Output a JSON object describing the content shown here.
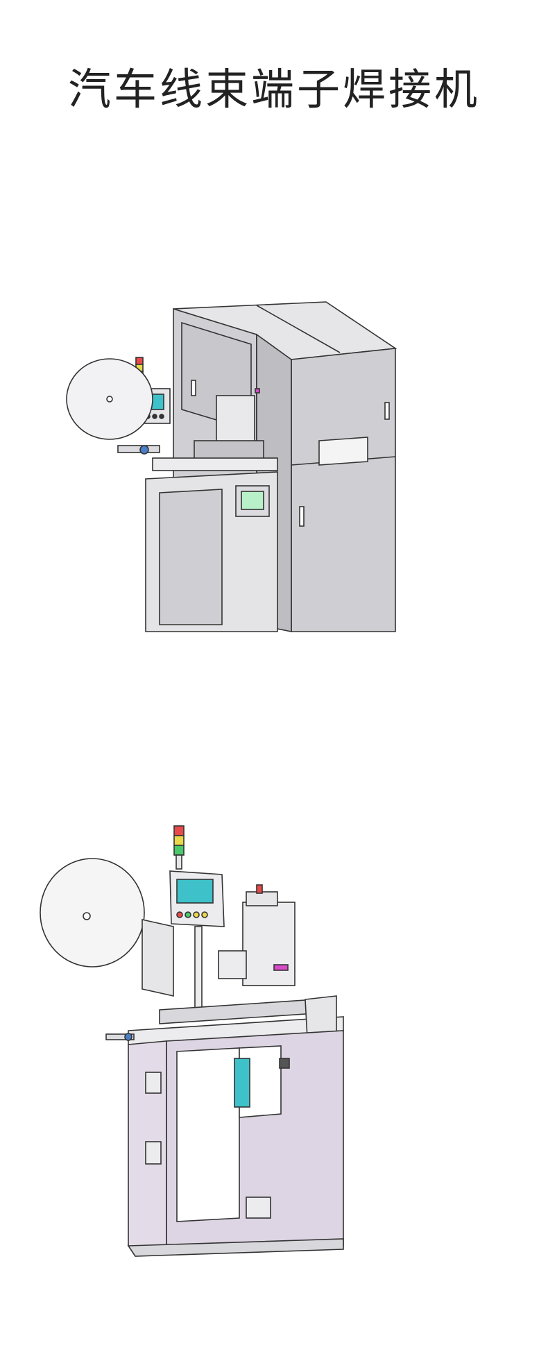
{
  "title": "汽车线束端子焊接机",
  "colors": {
    "background": "#ffffff",
    "title_text": "#222222",
    "machine_grey": "#cfcfd2",
    "machine_lavender": "#e3dce8",
    "screen_green": "#b8f0c8",
    "screen_cyan": "#3ec1c8",
    "lamp_red": "#e84a4a",
    "lamp_yellow": "#e8d84a",
    "lamp_green": "#4ac86a",
    "accent_blue": "#4a7ec8",
    "accent_magenta": "#d84ac8"
  },
  "figures": [
    {
      "name": "enclosed-machine-view",
      "icon": "welding-machine-enclosed-icon"
    },
    {
      "name": "open-machine-view",
      "icon": "welding-machine-open-icon"
    }
  ]
}
